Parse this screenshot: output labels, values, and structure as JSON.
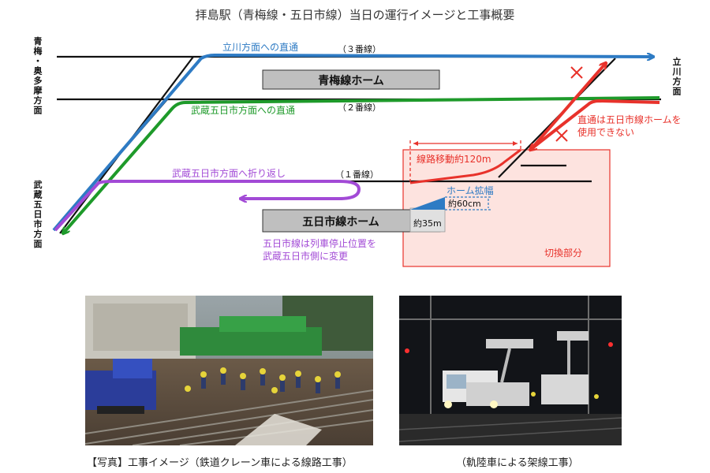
{
  "title": "拝島駅（青梅線・五日市線）当日の運行イメージと工事概要",
  "direction_labels": {
    "ome_okutama": [
      "青",
      "梅",
      "・",
      "奥",
      "多",
      "摩",
      "方",
      "面"
    ],
    "musashi_itsukaichi": [
      "武",
      "蔵",
      "五",
      "日",
      "市",
      "方",
      "面"
    ],
    "tachikawa": [
      "立",
      "川",
      "方",
      "面"
    ]
  },
  "tracks": {
    "track3": "（３番線）",
    "track2": "（２番線）",
    "track1": "（１番線）"
  },
  "platforms": {
    "ome": "青梅線ホーム",
    "itsukaichi": "五日市線ホーム"
  },
  "routes": {
    "tachikawa_through": "立川方面への直通",
    "musashi_itsukaichi_through": "武蔵五日市方面への直通",
    "musashi_itsukaichi_turnback": "武蔵五日市方面へ折り返し"
  },
  "notes": {
    "no_through_line1": "直通は五日市線ホームを",
    "no_through_line2": "使用できない",
    "stop_change_line1": "五日市線は列車停止位置を",
    "stop_change_line2": "武蔵五日市側に変更",
    "track_move": "線路移動約120m",
    "platform_widen": "ホーム拡幅",
    "widen_amount": "約60cm",
    "widen_length": "約35m",
    "switch_section": "切換部分"
  },
  "captions": {
    "photo1": "【写真】工事イメージ（鉄道クレーン車による線路工事）",
    "photo2": "（軌陸車による架線工事）"
  },
  "colors": {
    "blue_route": "#2e7bc4",
    "green_route": "#1e9a2a",
    "purple_route": "#a24ad6",
    "red_route": "#e8322b",
    "platform_gray": "#bfbfbf",
    "switch_area_fill": "#fde3df",
    "switch_area_border": "#e8322b"
  }
}
